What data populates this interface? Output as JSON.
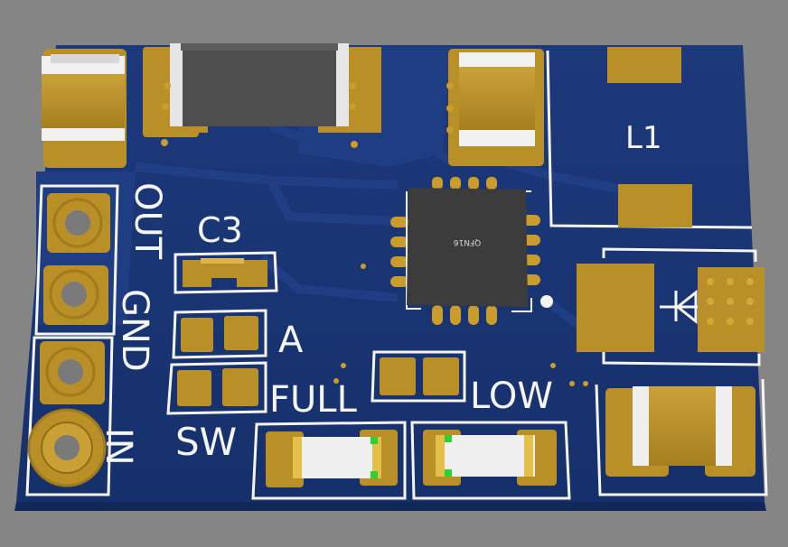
{
  "labels": {
    "out": "OUT",
    "gnd": "GND",
    "in": "IN",
    "c3": "C3",
    "a": "A",
    "sw": "SW",
    "full": "FULL",
    "low": "LOW",
    "l1": "L1",
    "chip": "QFN16"
  },
  "colors": {
    "background": "#858585",
    "board": "#1a3574",
    "silkscreen": "#f4f4f4",
    "copper": "#c1982a",
    "chip": "#3c3c3c",
    "led_green": "#2ed12e"
  }
}
